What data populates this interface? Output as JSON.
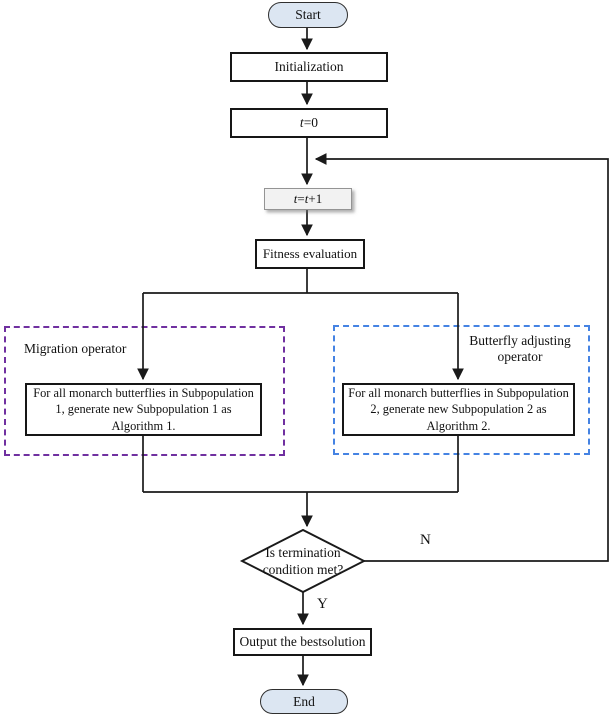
{
  "colors": {
    "line": "#1a1a1a",
    "terminal_fill": "#dce6f2",
    "counter_fill": "#f2f2f2",
    "migration_border": "#7030a0",
    "adjusting_border": "#4583e3"
  },
  "nodes": {
    "start": {
      "label": "Start"
    },
    "initialization": {
      "label": "Initialization"
    },
    "counter_init": {
      "var": "t",
      "rest": "=0"
    },
    "counter_increment": {
      "var1": "t",
      "eq": "=",
      "var2": "t",
      "rest": "+1"
    },
    "fitness": {
      "label": "Fitness evaluation"
    },
    "migration_group": {
      "label": "Migration operator"
    },
    "migration_process": {
      "lines": [
        "For all monarch butterflies in Subpopulation",
        "1, generate new Subpopulation 1 as",
        "Algorithm 1."
      ]
    },
    "adjusting_group": {
      "lines": [
        "Butterfly adjusting",
        "operator"
      ]
    },
    "adjusting_process": {
      "lines": [
        "For all monarch butterflies in Subpopulation",
        "2, generate new Subpopulation 2 as",
        "Algorithm 2."
      ]
    },
    "decision": {
      "lines": [
        "Is termination",
        "condition met?"
      ]
    },
    "output": {
      "label": "Output the bestsolution"
    },
    "end": {
      "label": "End"
    }
  },
  "edge_labels": {
    "no": "N",
    "yes": "Y"
  }
}
